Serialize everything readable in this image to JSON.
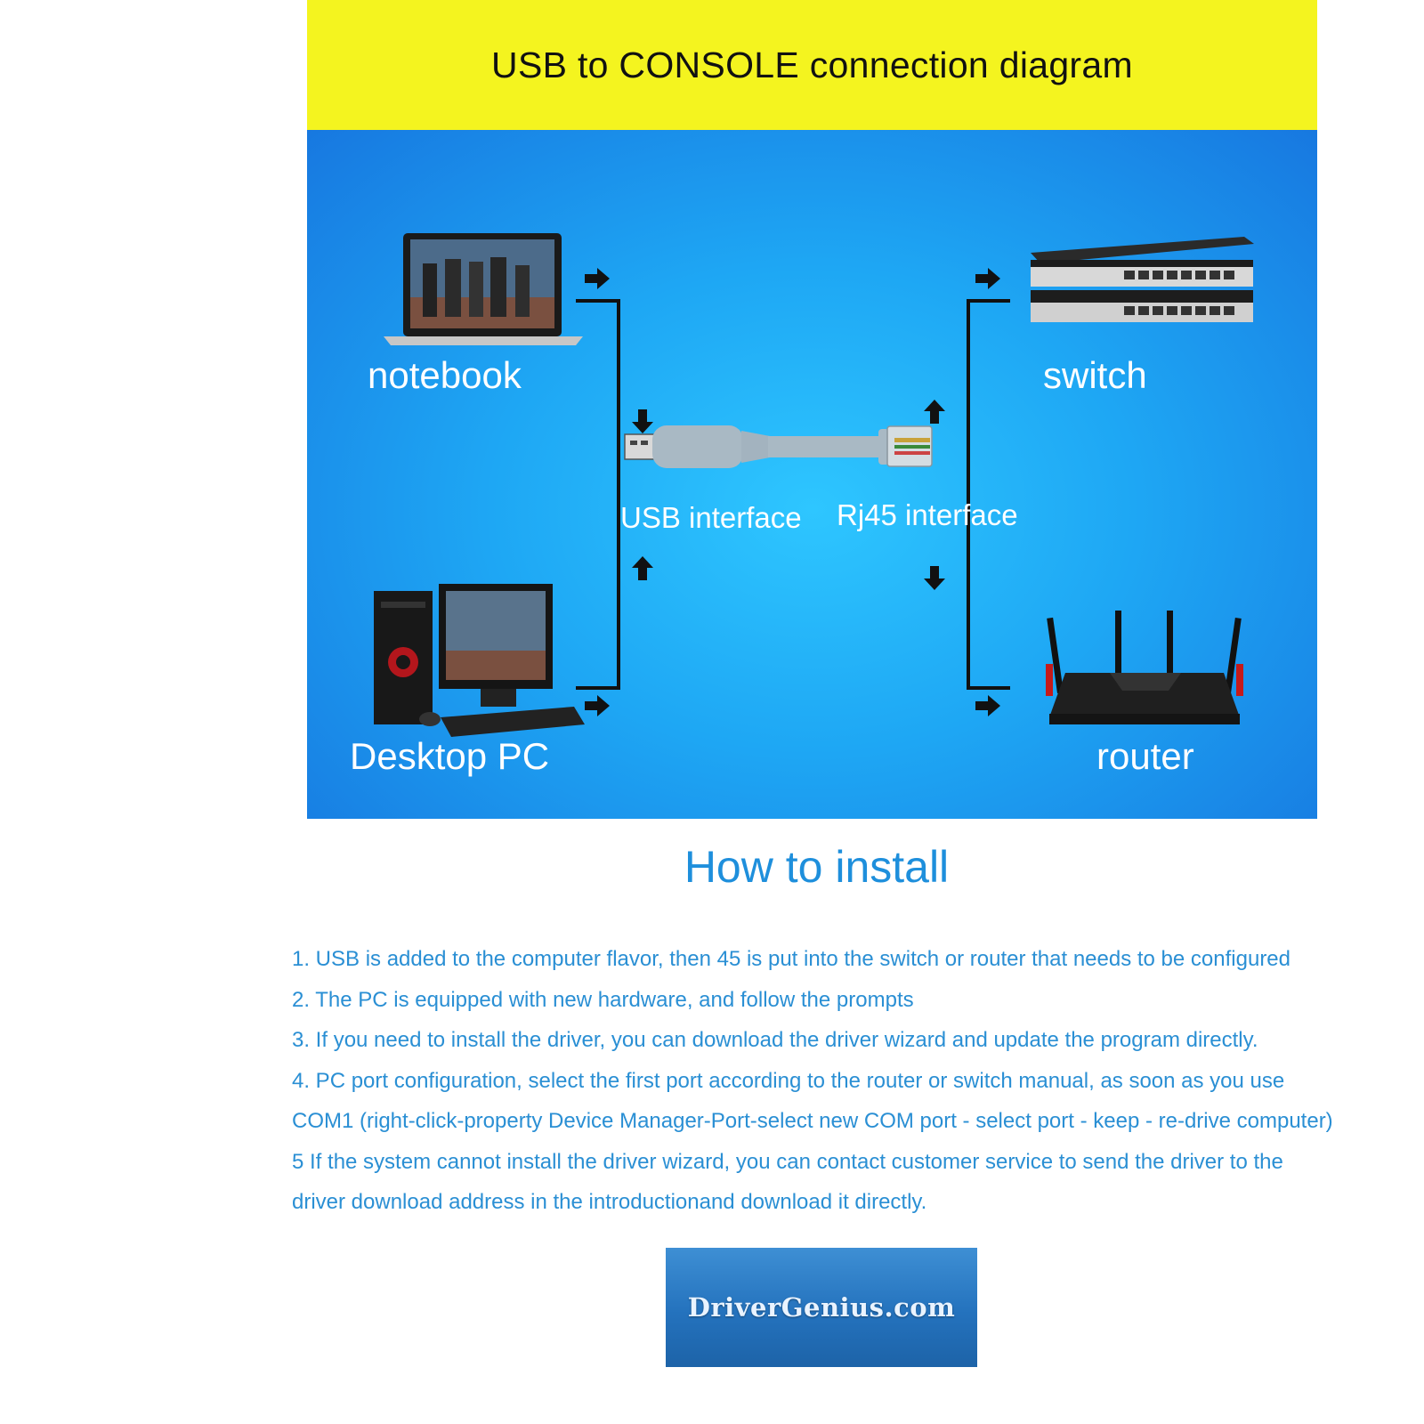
{
  "diagram": {
    "title": "USB to CONSOLE connection diagram",
    "devices": {
      "notebook": "notebook",
      "desktop": "Desktop PC",
      "switch": "switch",
      "router": "router"
    },
    "interfaces": {
      "usb": "USB interface",
      "rj45": "Rj45 interface"
    }
  },
  "install": {
    "title": "How to install",
    "lines": [
      "1. USB is added to the computer flavor, then 45 is put into the switch or router that needs to be configured",
      "2. The PC is equipped with new hardware, and follow the prompts",
      "3. If you need to install the driver, you can download the driver wizard and update the program directly.",
      "4. PC port configuration, select the first port according to the router or switch manual, as soon as you use",
      "COM1 (right-click-property Device Manager-Port-select new COM port - select port - keep - re-drive computer)",
      "5 If the system cannot install the driver wizard, you can contact customer service to send the driver to the",
      "driver download address in the introductionand download it directly."
    ]
  },
  "logo": {
    "text": "DriverGenius.com"
  },
  "colors": {
    "title_band": "#f4f41f",
    "panel_blue": "#1ea7f4",
    "install_text": "#2a8fd4",
    "heading_blue": "#1e8fdc"
  }
}
